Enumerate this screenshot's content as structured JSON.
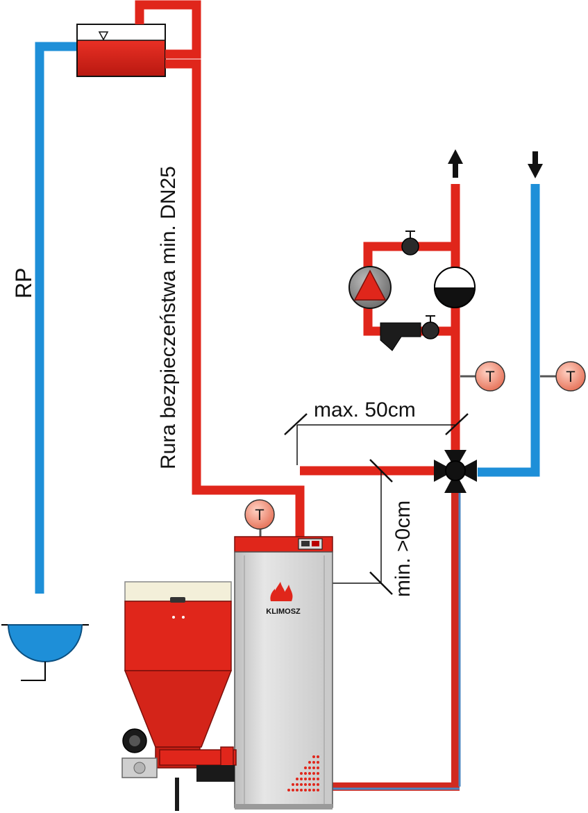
{
  "labels": {
    "rp": "RP",
    "safety_pipe": "Rura bezpieczeństwa min. DN25",
    "max_distance": "max. 50cm",
    "min_distance": "min. >0cm",
    "brand": "KLIMOSZ"
  },
  "thermometer_symbol": "T",
  "colors": {
    "supply_pipe": "#e0261b",
    "return_pipe": "#1e8fd8",
    "boiler_body": "#d9d9d9",
    "boiler_top": "#e0261b",
    "hopper": "#e0261b",
    "thermometer": "#f0917a"
  }
}
